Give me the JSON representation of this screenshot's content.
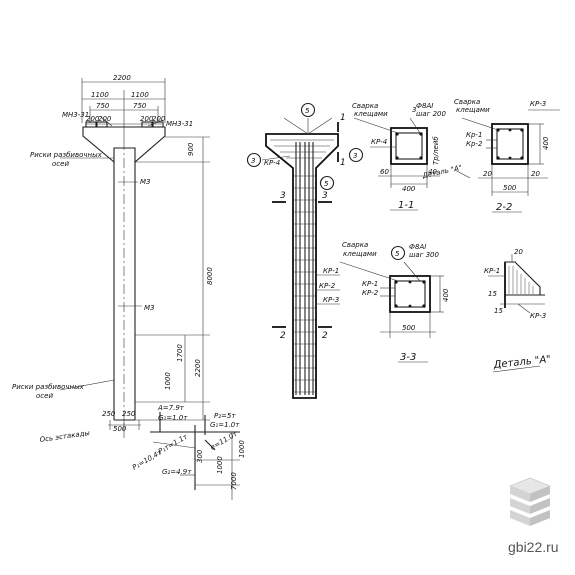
{
  "col1": {
    "top_width": "2200",
    "half_left": "1100",
    "half_right": "1100",
    "inner_left": "750",
    "inner_right": "750",
    "plate_a": "200",
    "plate_b": "200",
    "plate_c": "200",
    "plate_d": "200",
    "mn_left": "МН3-31",
    "mn_right": "МН3-31",
    "risk_top_1": "Риски разбивочных",
    "risk_top_2": "осей",
    "m3_upper": "М3",
    "m3_lower": "М3",
    "dim_900": "900",
    "dim_8000": "8000",
    "dim_1700": "1700",
    "dim_2200": "2200",
    "dim_1000": "1000",
    "risk_bot_1": "Риски разбивочных",
    "risk_bot_2": "осей",
    "dim_250a": "250",
    "dim_250b": "250",
    "dim_500": "500",
    "axis_label": "Ось эстакады",
    "load_a": "А=7.9т",
    "load_g1": "G₁=1.0т",
    "load_p2": "P₂=5т",
    "load_g1b": "G₁=1.0т",
    "load_p1": "P₁=10,4т",
    "load_p1t": "P₁т=1.1т",
    "load_e": "е=11.0т",
    "load_g2": "G₂=4.9т",
    "dim_300": "300",
    "dim_7000": "7000",
    "dim_1000b": "1000",
    "dim_1000c": "1000"
  },
  "col2": {
    "mark_5a": "5",
    "mark_3": "3",
    "mark_3b": "3",
    "mark_5b": "5",
    "kr4": "КР-4",
    "sec_1a": "1",
    "sec_1b": "1",
    "sec_3a": "3",
    "sec_3b": "3",
    "sec_2a": "2",
    "sec_2b": "2",
    "kr1": "КР-1",
    "kr2": "КР-2",
    "kr3": "КР-3"
  },
  "sec11": {
    "weld_1": "Сварка",
    "weld_2": "клещами",
    "rebar_1": "Ф8АI",
    "rebar_2": "шаг 200",
    "mark": "3",
    "kr4": "КР-4",
    "d60": "60",
    "d400": "400",
    "d40": "40",
    "title": "1-1",
    "side": "Тр/лейб"
  },
  "sec22": {
    "weld_1": "Сварка",
    "weld_2": "клещами",
    "kr3": "КР-3",
    "kr1": "Кр-1",
    "kr2": "Кр-2",
    "d400": "400",
    "detail": "Деталь \"А\"",
    "d20a": "20",
    "d20b": "20",
    "d500": "500",
    "title": "2-2"
  },
  "sec33": {
    "weld_1": "Сварка",
    "weld_2": "клещами",
    "mark": "5",
    "rebar_1": "Ф8АI",
    "rebar_2": "шаг 300",
    "kr1": "КР-1",
    "kr2": "КР-2",
    "d400": "400",
    "d500": "500",
    "title": "3-3"
  },
  "detailA": {
    "d20": "20",
    "kr1": "КР-1",
    "d15a": "15",
    "d15b": "15",
    "kr3": "КР-3",
    "title": "Деталь \"А\""
  },
  "watermark": {
    "text": "gbi22.ru"
  }
}
